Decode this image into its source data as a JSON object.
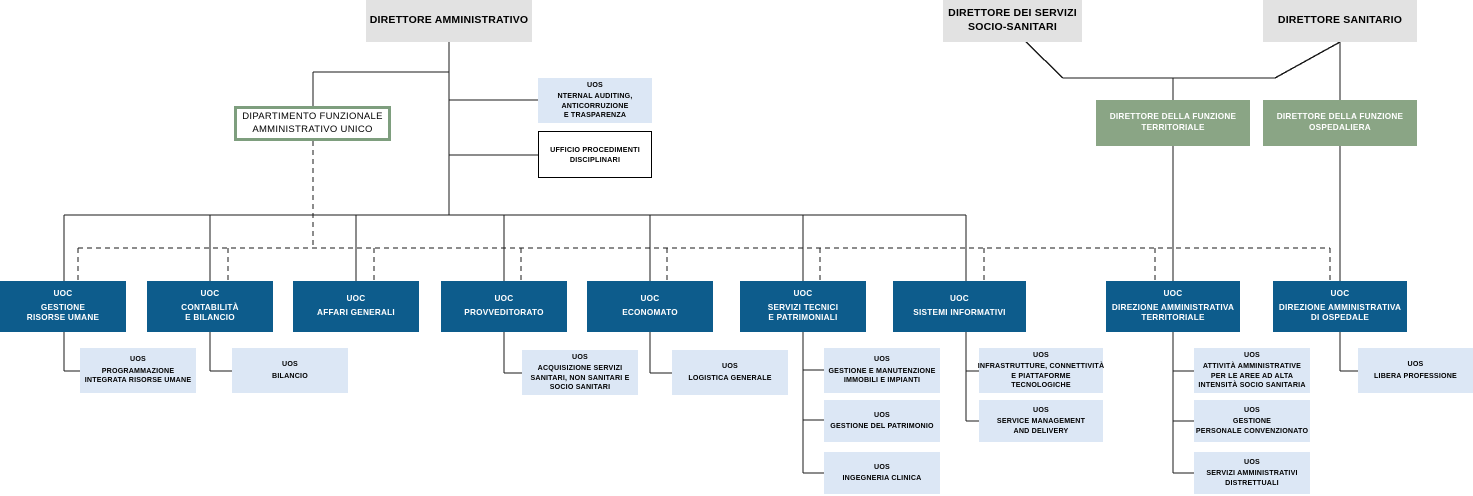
{
  "diagram": {
    "title": "Organigramma Direzione Amministrativa",
    "colors": {
      "director_box": "#e2e2e2",
      "department_border": "#7e9e7e",
      "function_director": "#8aa585",
      "uoc": "#0d5c8c",
      "uos": "#dce7f5",
      "line": "#1a1a1a"
    }
  },
  "top_directors": [
    {
      "id": "dir-amministrativo",
      "lines": [
        "DIRETTORE AMMINISTRATIVO"
      ]
    },
    {
      "id": "dir-servizi-socio-sanitari",
      "lines": [
        "DIRETTORE DEI SERVIZI",
        "SOCIO-SANITARI"
      ]
    },
    {
      "id": "dir-sanitario",
      "lines": [
        "DIRETTORE SANITARIO"
      ]
    }
  ],
  "department": {
    "id": "dipartimento-funzionale",
    "lines": [
      "DIPARTIMENTO FUNZIONALE",
      "AMMINISTRATIVO  UNICO"
    ]
  },
  "staff": [
    {
      "id": "uos-internal-auditing",
      "tag": "UOS",
      "lines": [
        "NTERNAL AUDITING,",
        "ANTICORRUZIONE",
        "E TRASPARENZA"
      ]
    },
    {
      "id": "ufficio-procedimenti-disciplinari",
      "tag": "",
      "lines": [
        "UFFICIO PROCEDIMENTI",
        "DISCIPLINARI"
      ]
    }
  ],
  "function_directors": [
    {
      "id": "dir-funzione-territoriale",
      "lines": [
        "DIRETTORE DELLA FUNZIONE",
        "TERRITORIALE"
      ]
    },
    {
      "id": "dir-funzione-ospedaliera",
      "lines": [
        "DIRETTORE DELLA FUNZIONE",
        "OSPEDALIERA"
      ]
    }
  ],
  "uoc_units": [
    {
      "id": "uoc-gestione-risorse-umane",
      "tag": "UOC",
      "lines": [
        "GESTIONE",
        "RISORSE UMANE"
      ]
    },
    {
      "id": "uoc-contabilita-bilancio",
      "tag": "UOC",
      "lines": [
        "CONTABILITÀ",
        "E BILANCIO"
      ]
    },
    {
      "id": "uoc-affari-generali",
      "tag": "UOC",
      "lines": [
        "AFFARI GENERALI"
      ]
    },
    {
      "id": "uoc-provveditorato",
      "tag": "UOC",
      "lines": [
        "PROVVEDITORATO"
      ]
    },
    {
      "id": "uoc-economato",
      "tag": "UOC",
      "lines": [
        "ECONOMATO"
      ]
    },
    {
      "id": "uoc-servizi-tecnici-patrimoniali",
      "tag": "UOC",
      "lines": [
        "SERVIZI TECNICI",
        "E PATRIMONIALI"
      ]
    },
    {
      "id": "uoc-sistemi-informativi",
      "tag": "UOC",
      "lines": [
        "SISTEMI INFORMATIVI"
      ]
    },
    {
      "id": "uoc-direzione-amministrativa-territoriale",
      "tag": "UOC",
      "lines": [
        "DIREZIONE AMMINISTRATIVA",
        "TERRITORIALE"
      ]
    },
    {
      "id": "uoc-direzione-amministrativa-ospedale",
      "tag": "UOC",
      "lines": [
        "DIREZIONE AMMINISTRATIVA",
        "DI OSPEDALE"
      ]
    }
  ],
  "uos_units": [
    {
      "id": "uos-programmazione-integrata-risorse-umane",
      "tag": "UOS",
      "lines": [
        "PROGRAMMAZIONE",
        "INTEGRATA RISORSE UMANE"
      ]
    },
    {
      "id": "uos-bilancio",
      "tag": "UOS",
      "lines": [
        "BILANCIO"
      ]
    },
    {
      "id": "uos-acquisizione-servizi",
      "tag": "UOS",
      "lines": [
        "ACQUISIZIONE SERVIZI",
        "SANITARI, NON SANITARI E",
        "SOCIO SANITARI"
      ]
    },
    {
      "id": "uos-logistica-generale",
      "tag": "UOS",
      "lines": [
        "LOGISTICA GENERALE"
      ]
    },
    {
      "id": "uos-gestione-manutenzione-immobili",
      "tag": "UOS",
      "lines": [
        "GESTIONE E MANUTENZIONE",
        "IMMOBILI E IMPIANTI"
      ]
    },
    {
      "id": "uos-gestione-patrimonio",
      "tag": "UOS",
      "lines": [
        "GESTIONE DEL PATRIMONIO"
      ]
    },
    {
      "id": "uos-ingegneria-clinica",
      "tag": "UOS",
      "lines": [
        "INGEGNERIA CLINICA"
      ]
    },
    {
      "id": "uos-infrastrutture-connettivita",
      "tag": "UOS",
      "lines": [
        "INFRASTRUTTURE, CONNETTIVITÀ",
        "E PIATTAFORME",
        "TECNOLOGICHE"
      ]
    },
    {
      "id": "uos-service-management-delivery",
      "tag": "UOS",
      "lines": [
        "SERVICE MANAGEMENT",
        "AND DELIVERY"
      ]
    },
    {
      "id": "uos-attivita-amministrative-aree",
      "tag": "UOS",
      "lines": [
        "ATTIVITÀ AMMINISTRATIVE",
        "PER LE AREE AD ALTA",
        "INTENSITÀ SOCIO SANITARIA"
      ]
    },
    {
      "id": "uos-gestione-personale-convenzionato",
      "tag": "UOS",
      "lines": [
        "GESTIONE",
        "PERSONALE CONVENZIONATO"
      ]
    },
    {
      "id": "uos-servizi-amministrativi-distrettuali",
      "tag": "UOS",
      "lines": [
        "SERVIZI AMMINISTRATIVI",
        "DISTRETTUALI"
      ]
    },
    {
      "id": "uos-libera-professione",
      "tag": "UOS",
      "lines": [
        "LIBERA PROFESSIONE"
      ]
    }
  ]
}
